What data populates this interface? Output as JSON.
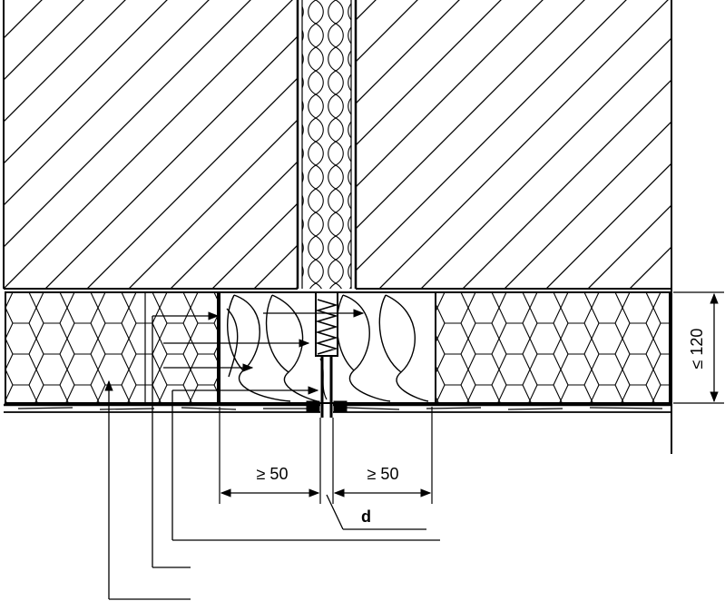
{
  "diagram": {
    "labels": {
      "dim_left": "≥ 50",
      "dim_right": "≥ 50",
      "dim_height": "≤ 120",
      "joint": "d"
    },
    "colors": {
      "ink": "#000000",
      "paper": "#ffffff"
    }
  }
}
